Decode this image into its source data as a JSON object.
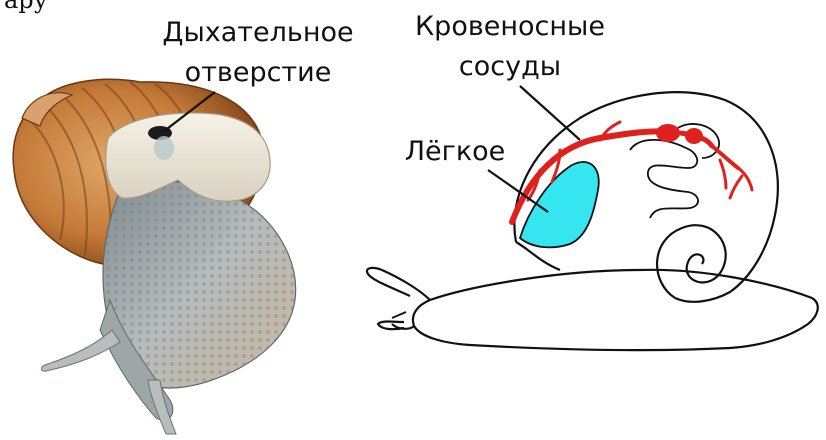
{
  "top_fragment": "ару",
  "labels": {
    "breathing_hole_line1": "Дыхательное",
    "breathing_hole_line2": "отверстие",
    "vessels_line1": "Кровеносные",
    "vessels_line2": "сосуды",
    "lung": "Лёгкое"
  },
  "colors": {
    "lung_fill": "#35e6f0",
    "vessels": "#e0201c",
    "outline": "#111111",
    "shell_base": "#c8803e",
    "shell_dark": "#8a4a1c",
    "body_skin": "#9aa3a6",
    "mantle": "#efe9dc"
  }
}
